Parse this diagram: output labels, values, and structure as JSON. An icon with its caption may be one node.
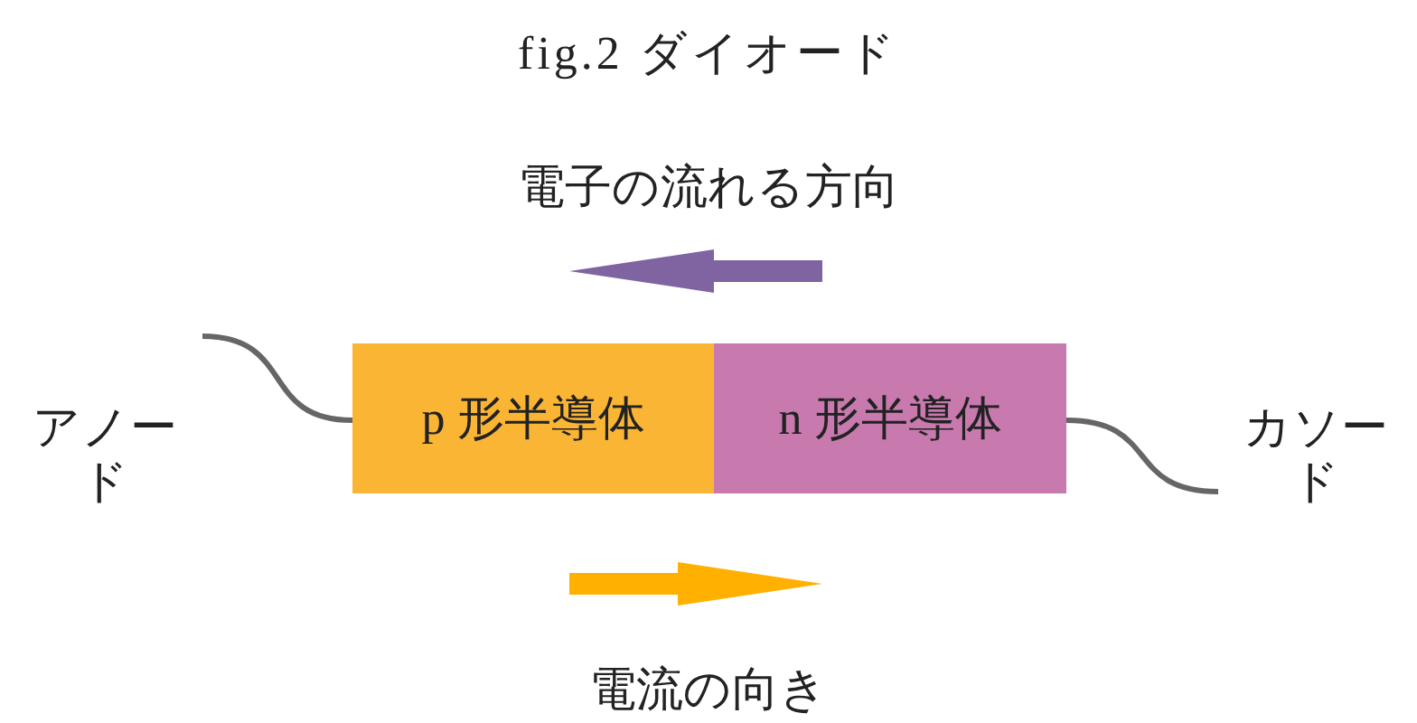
{
  "diagram": {
    "title": "fig.2 ダイオード",
    "nodes": [
      {
        "text": [
          "p 形半導体"
        ]
      },
      {
        "text": [
          "n 形半導体"
        ]
      },
      {
        "text": [
          "アノード"
        ]
      },
      {
        "text": [
          "カソード"
        ]
      }
    ],
    "edges": [
      {
        "from": 2,
        "to": 0,
        "arrow": "none"
      },
      {
        "from": 3,
        "to": 1,
        "arrow": "none"
      }
    ],
    "labels": [
      "電子の流れる方向",
      "電流の向き"
    ]
  }
}
